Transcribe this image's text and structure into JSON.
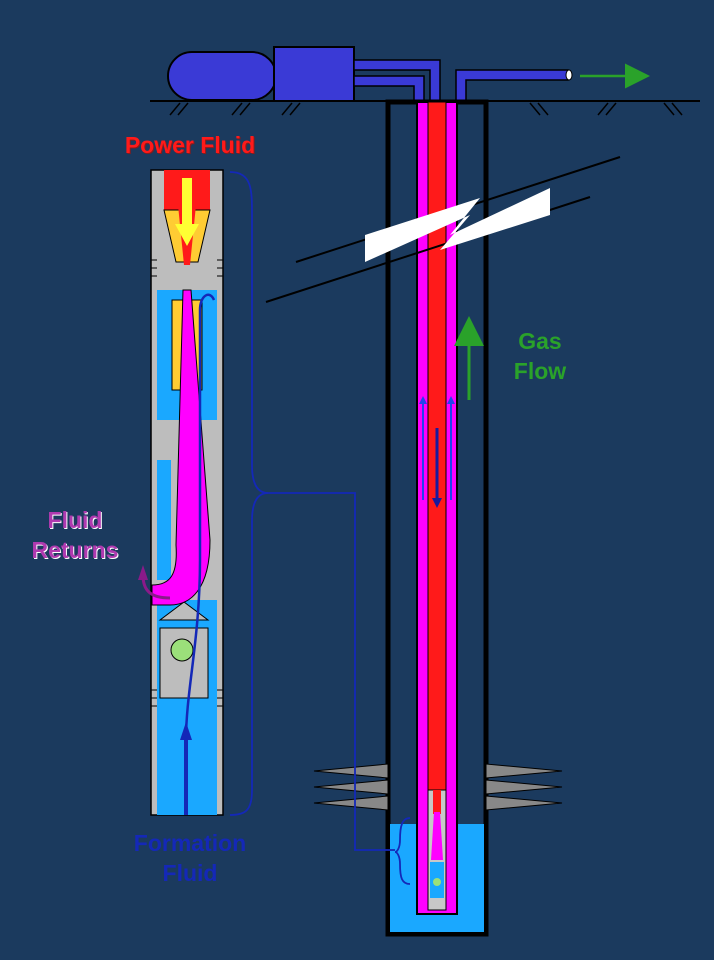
{
  "labels": {
    "power_fluid": "Power Fluid",
    "gas_flow_line1": "Gas",
    "gas_flow_line2": "Flow",
    "fluid_returns_line1": "Fluid",
    "fluid_returns_line2": "Returns",
    "formation_fluid_line1": "Formation",
    "formation_fluid_line2": "Fluid"
  },
  "colors": {
    "background": "#1b3a5e",
    "power_fluid": "#ff1a1a",
    "return_fluid": "#ff00ff",
    "formation_fluid": "#1aa8ff",
    "gas_flow": "#2aa22a",
    "equipment": "#3a3ad6",
    "pump_body": "#c8c8c8"
  }
}
